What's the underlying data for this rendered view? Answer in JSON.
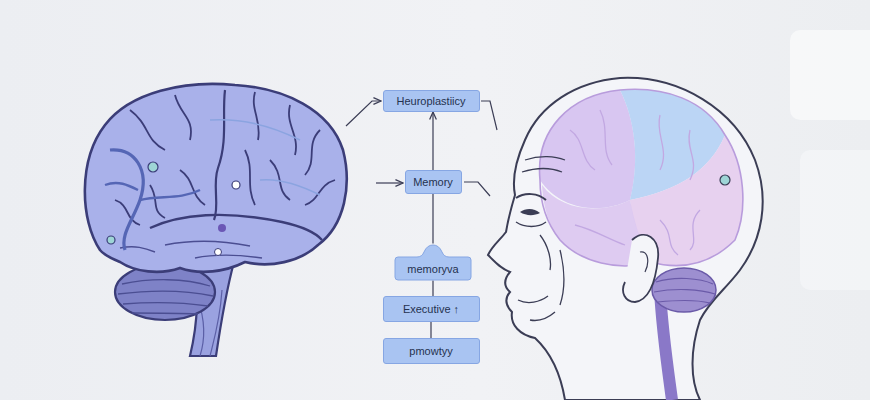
{
  "diagram": {
    "nodes": [
      {
        "text": [
          "Heuroplastiicy"
        ]
      },
      {
        "text": [
          "Memory"
        ]
      },
      {
        "text": [
          "memoryva"
        ]
      },
      {
        "text": [
          "Executive ↑"
        ]
      },
      {
        "text": [
          "pmowtyy"
        ]
      }
    ],
    "edges": [
      {
        "from": 1,
        "to": 0,
        "arrow": "to"
      },
      {
        "from": 1,
        "to": 2,
        "arrow": "none"
      },
      {
        "from": 2,
        "to": 3,
        "arrow": "none"
      },
      {
        "from": 3,
        "to": 4,
        "arrow": "none"
      }
    ]
  }
}
